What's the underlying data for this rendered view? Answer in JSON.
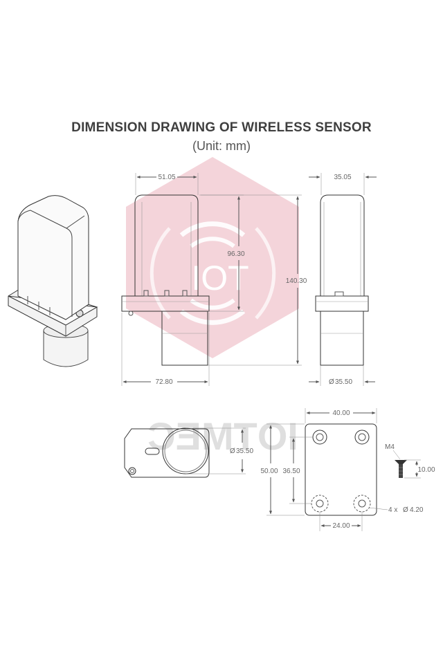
{
  "title": "DIMENSION DRAWING OF WIRELESS SENSOR",
  "subtitle": "(Unit: mm)",
  "watermark": {
    "logo_text": "IOT",
    "brand_text": "IOTMEC",
    "hex_color": "#f3cfd6"
  },
  "dimensions": {
    "front_width_top": "51.05",
    "front_body_height": "96.30",
    "total_height": "140.30",
    "side_width_top": "35.05",
    "base_width": "72.80",
    "side_diameter": "35.50",
    "bottom_diameter": "35.50",
    "plate_width": "40.00",
    "plate_height": "50.00",
    "hole_spacing_v": "36.50",
    "hole_spacing_h": "24.00",
    "holes": "4 x",
    "hole_diameter": "4.20",
    "screw_size": "M4",
    "screw_length": "10.00"
  }
}
